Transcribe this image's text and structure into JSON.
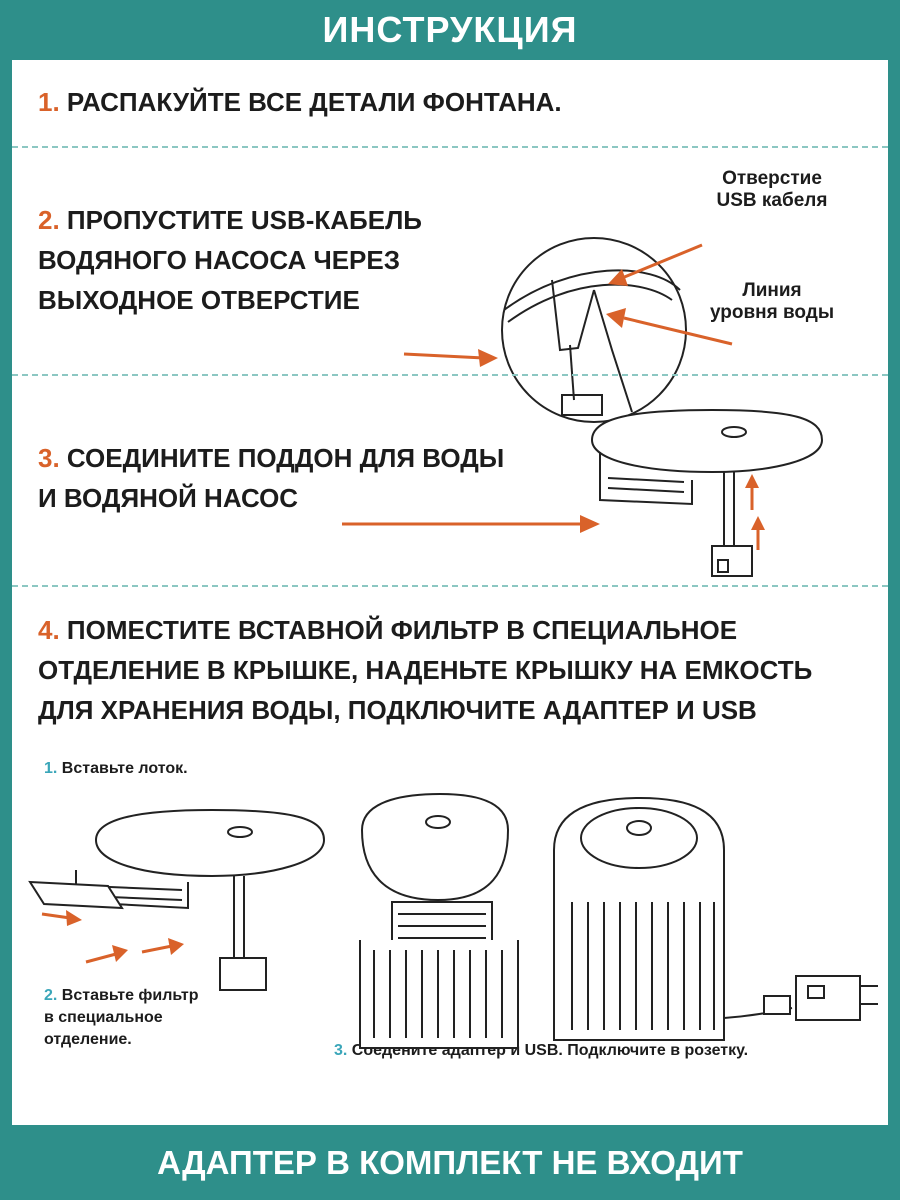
{
  "header": {
    "title": "ИНСТРУКЦИЯ"
  },
  "steps": [
    {
      "num": "1.",
      "lines": [
        "РАСПАКУЙТЕ ВСЕ ДЕТАЛИ ФОНТАНА."
      ]
    },
    {
      "num": "2.",
      "lines": [
        "ПРОПУСТИТЕ USB-КАБЕЛЬ",
        "ВОДЯНОГО НАСОСА ЧЕРЕЗ",
        "ВЫХОДНОЕ ОТВЕРСТИЕ"
      ]
    },
    {
      "num": "3.",
      "lines": [
        "СОЕДИНИТЕ ПОДДОН ДЛЯ ВОДЫ",
        "И ВОДЯНОЙ НАСОС"
      ]
    },
    {
      "num": "4.",
      "lines": [
        "ПОМЕСТИТЕ ВСТАВНОЙ ФИЛЬТР В СПЕЦИАЛЬНОЕ",
        "ОТДЕЛЕНИЕ В КРЫШКЕ, НАДЕНЬТЕ КРЫШКУ НА ЕМКОСТЬ",
        "ДЛЯ ХРАНЕНИЯ ВОДЫ, ПОДКЛЮЧИТЕ АДАПТЕР И USB"
      ]
    }
  ],
  "labels": {
    "usb_hole": [
      "Отверстие",
      "USB кабеля"
    ],
    "water_line": [
      "Линия",
      "уровня воды"
    ]
  },
  "substeps": [
    {
      "num": "1.",
      "lines": [
        "Вставьте лоток."
      ]
    },
    {
      "num": "2.",
      "lines": [
        "Вставьте фильтр",
        "в специальное",
        "отделение."
      ]
    },
    {
      "num": "3.",
      "lines": [
        "Соедените адаптер и USB. Подключите в розетку."
      ]
    }
  ],
  "footer": {
    "note": "АДАПТЕР В КОМПЛЕКТ НЕ ВХОДИТ"
  }
}
